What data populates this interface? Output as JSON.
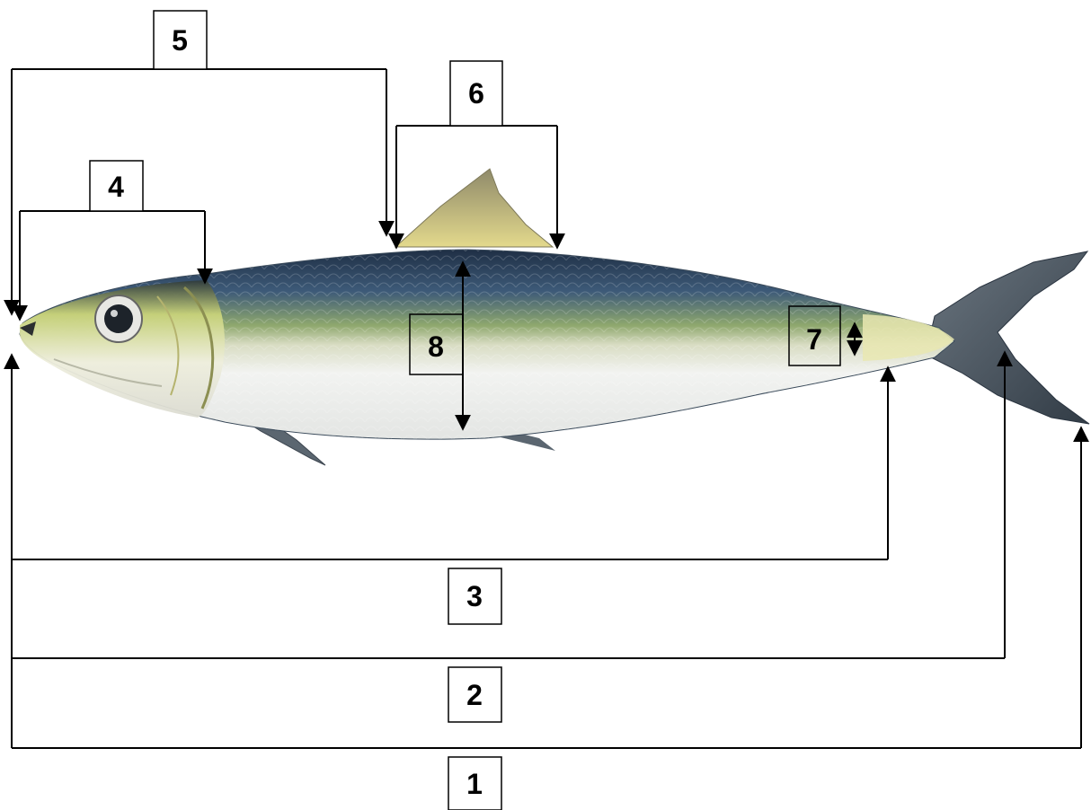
{
  "diagram": {
    "labels": {
      "total_length": "1",
      "fork_length": "2",
      "standard_length": "3",
      "head_length": "4",
      "predorsal_length": "5",
      "dorsal_fin_base": "6",
      "caudal_peduncle_depth": "7",
      "body_depth": "8"
    },
    "colors": {
      "dorsal": "#2b3f57",
      "flank_green": "#b5c24a",
      "belly": "#f2f3f1",
      "fins": "#4a5662",
      "dorsal_fin": "#c9c48d",
      "lines": "#000000"
    }
  }
}
